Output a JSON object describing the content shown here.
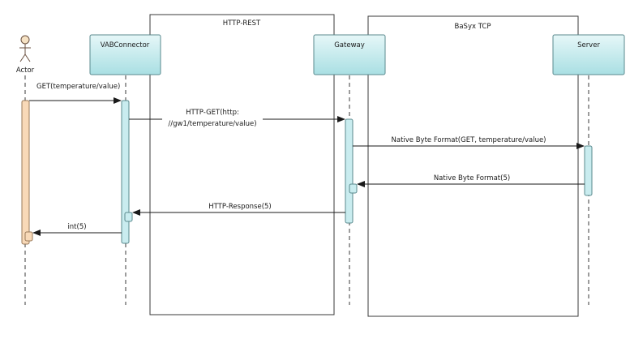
{
  "frames": {
    "http_rest": "HTTP-REST",
    "basyx_tcp": "BaSyx TCP"
  },
  "actor": {
    "label": "Actor"
  },
  "participants": {
    "vab_connector": "VABConnector",
    "gateway": "Gateway",
    "server": "Server"
  },
  "messages": {
    "get_request": "GET(temperature/value)",
    "http_get_line1": "HTTP-GET(http:",
    "http_get_line2": "//gw1/temperature/value)",
    "native_request": "Native Byte Format(GET, temperature/value)",
    "native_response": "Native Byte Format(5)",
    "http_response": "HTTP-Response(5)",
    "int_response": "int(5)"
  },
  "colors": {
    "participant_fill_top": "#e6f7f8",
    "participant_fill_bottom": "#a9dfe3",
    "activation": "#c9ecef",
    "actor_activation": "#f8d9b8",
    "actor_head": "#f6e2c4"
  }
}
